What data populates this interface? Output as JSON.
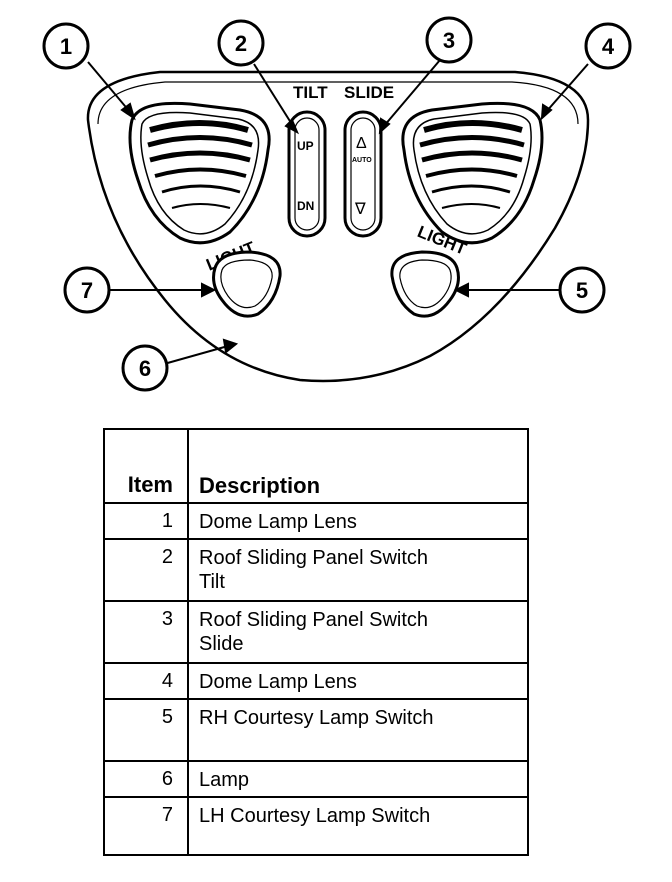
{
  "diagram": {
    "panel_labels": {
      "tilt": "TILT",
      "slide": "SLIDE",
      "light_left": "LIGHT",
      "light_right": "LIGHT"
    },
    "tilt_switch": {
      "up": "UP",
      "down": "DN"
    },
    "slide_switch": {
      "up": "Δ",
      "auto": "AUTO",
      "down": "∇"
    },
    "callouts": [
      "1",
      "2",
      "3",
      "4",
      "5",
      "6",
      "7"
    ]
  },
  "legend": {
    "headers": {
      "item": "Item",
      "description": "Description"
    },
    "rows": [
      {
        "item": "1",
        "line1": "Dome Lamp Lens",
        "line2": ""
      },
      {
        "item": "2",
        "line1": "Roof Sliding Panel Switch",
        "line2": "Tilt"
      },
      {
        "item": "3",
        "line1": "Roof Sliding Panel Switch",
        "line2": "Slide"
      },
      {
        "item": "4",
        "line1": "Dome Lamp Lens",
        "line2": ""
      },
      {
        "item": "5",
        "line1": "RH Courtesy Lamp Switch",
        "line2": ""
      },
      {
        "item": "6",
        "line1": "Lamp",
        "line2": ""
      },
      {
        "item": "7",
        "line1": "LH Courtesy Lamp Switch",
        "line2": ""
      }
    ]
  }
}
